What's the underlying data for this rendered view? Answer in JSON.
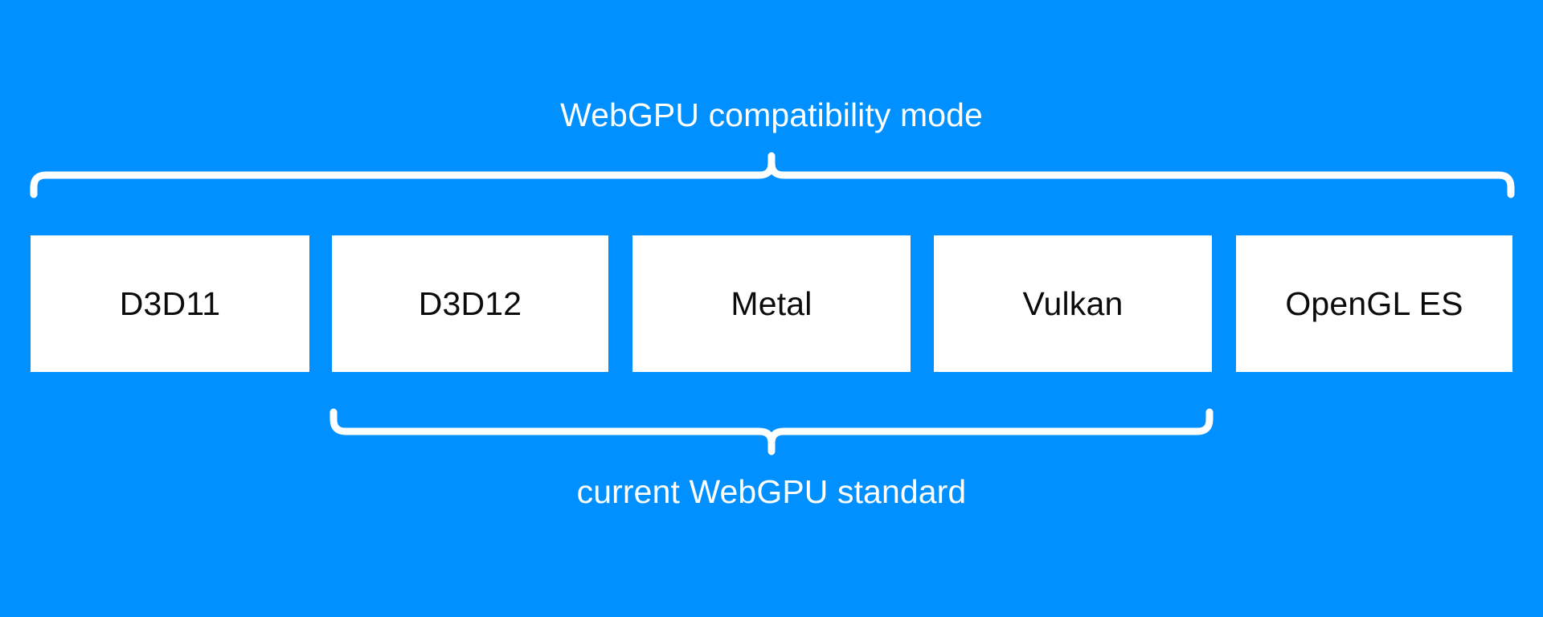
{
  "diagram": {
    "title": "WebGPU compatibility mode",
    "background_color": "#0090ff",
    "box_fill_color": "#ffffff",
    "box_text_color": "#0b0b0b",
    "caption_text_color": "#ffffff"
  },
  "top_group": {
    "label": "WebGPU compatibility mode",
    "brace_direction": "up",
    "covers": [
      "D3D11",
      "D3D12",
      "Metal",
      "Vulkan",
      "OpenGL ES"
    ]
  },
  "bottom_group": {
    "label": "current WebGPU standard",
    "brace_direction": "down",
    "covers": [
      "D3D12",
      "Metal",
      "Vulkan"
    ]
  },
  "backends": [
    {
      "label": "D3D11"
    },
    {
      "label": "D3D12"
    },
    {
      "label": "Metal"
    },
    {
      "label": "Vulkan"
    },
    {
      "label": "OpenGL ES"
    }
  ]
}
